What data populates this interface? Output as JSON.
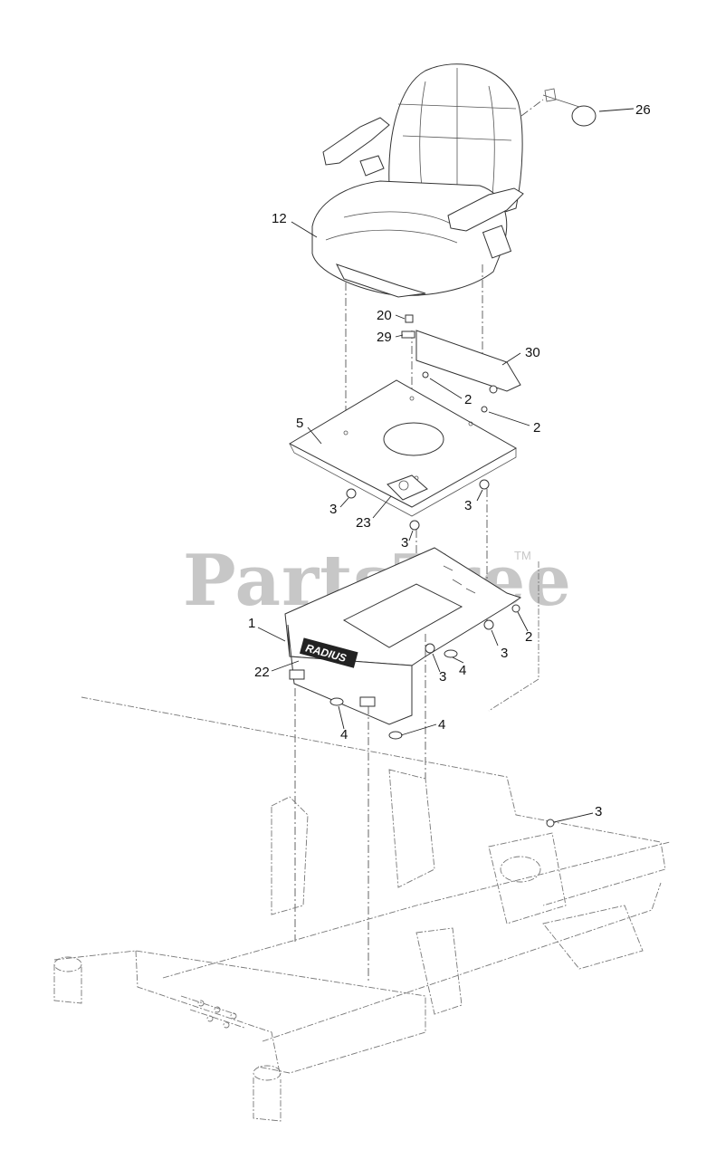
{
  "watermark": {
    "text": "PartsTree",
    "trademark": "TM"
  },
  "badge_text": "RADIUS",
  "callouts": [
    {
      "id": "26",
      "label": "26"
    },
    {
      "id": "12",
      "label": "12"
    },
    {
      "id": "20",
      "label": "20"
    },
    {
      "id": "29",
      "label": "29"
    },
    {
      "id": "30",
      "label": "30"
    },
    {
      "id": "2a",
      "label": "2"
    },
    {
      "id": "2b",
      "label": "2"
    },
    {
      "id": "5",
      "label": "5"
    },
    {
      "id": "3a",
      "label": "3"
    },
    {
      "id": "23",
      "label": "23"
    },
    {
      "id": "3b",
      "label": "3"
    },
    {
      "id": "3c",
      "label": "3"
    },
    {
      "id": "1",
      "label": "1"
    },
    {
      "id": "22",
      "label": "22"
    },
    {
      "id": "2c",
      "label": "2"
    },
    {
      "id": "3d",
      "label": "3"
    },
    {
      "id": "3e",
      "label": "3"
    },
    {
      "id": "4a",
      "label": "4"
    },
    {
      "id": "4b",
      "label": "4"
    },
    {
      "id": "4c",
      "label": "4"
    },
    {
      "id": "3f",
      "label": "3"
    }
  ]
}
